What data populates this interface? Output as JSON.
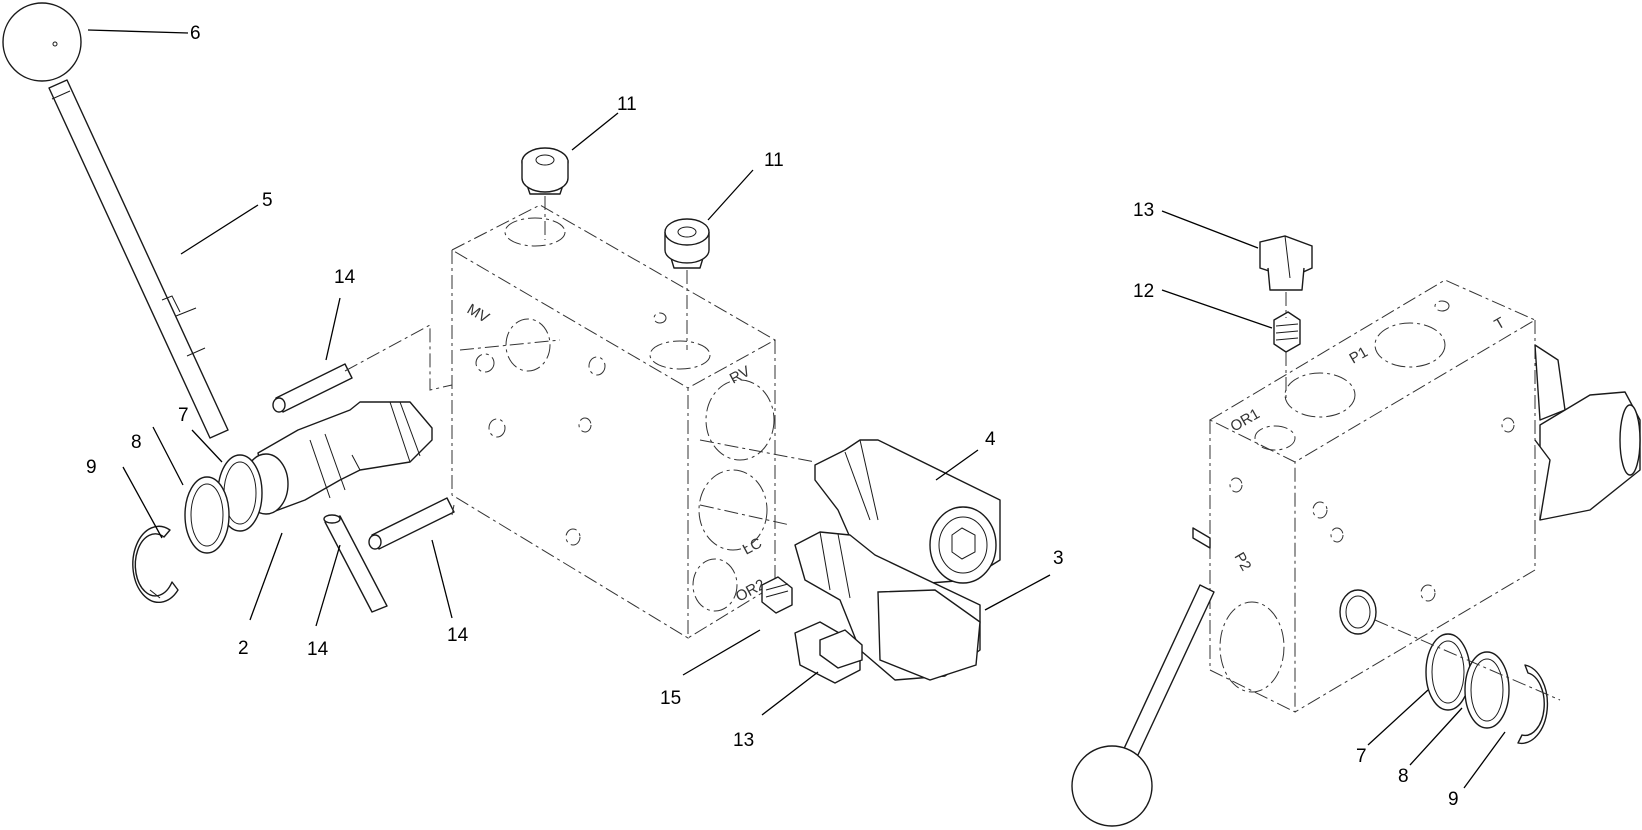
{
  "diagram": {
    "left_assembly": {
      "port_labels": {
        "mv": "MV",
        "rv": "RV",
        "lc": "LC",
        "or2": "OR2"
      },
      "callouts": [
        {
          "id": "c-6",
          "text": "6"
        },
        {
          "id": "c-5",
          "text": "5"
        },
        {
          "id": "c-14a",
          "text": "14"
        },
        {
          "id": "c-11a",
          "text": "11"
        },
        {
          "id": "c-11b",
          "text": "11"
        },
        {
          "id": "c-9",
          "text": "9"
        },
        {
          "id": "c-8",
          "text": "8"
        },
        {
          "id": "c-7",
          "text": "7"
        },
        {
          "id": "c-4",
          "text": "4"
        },
        {
          "id": "c-3",
          "text": "3"
        },
        {
          "id": "c-2",
          "text": "2"
        },
        {
          "id": "c-14b",
          "text": "14"
        },
        {
          "id": "c-14c",
          "text": "14"
        },
        {
          "id": "c-15",
          "text": "15"
        },
        {
          "id": "c-13a",
          "text": "13"
        }
      ]
    },
    "right_assembly": {
      "port_labels": {
        "or1": "OR1",
        "p1": "P1",
        "t": "T",
        "p2": "P2"
      },
      "callouts": [
        {
          "id": "c-13b",
          "text": "13"
        },
        {
          "id": "c-12",
          "text": "12"
        },
        {
          "id": "c-7b",
          "text": "7"
        },
        {
          "id": "c-8b",
          "text": "8"
        },
        {
          "id": "c-9b",
          "text": "9"
        }
      ]
    }
  }
}
